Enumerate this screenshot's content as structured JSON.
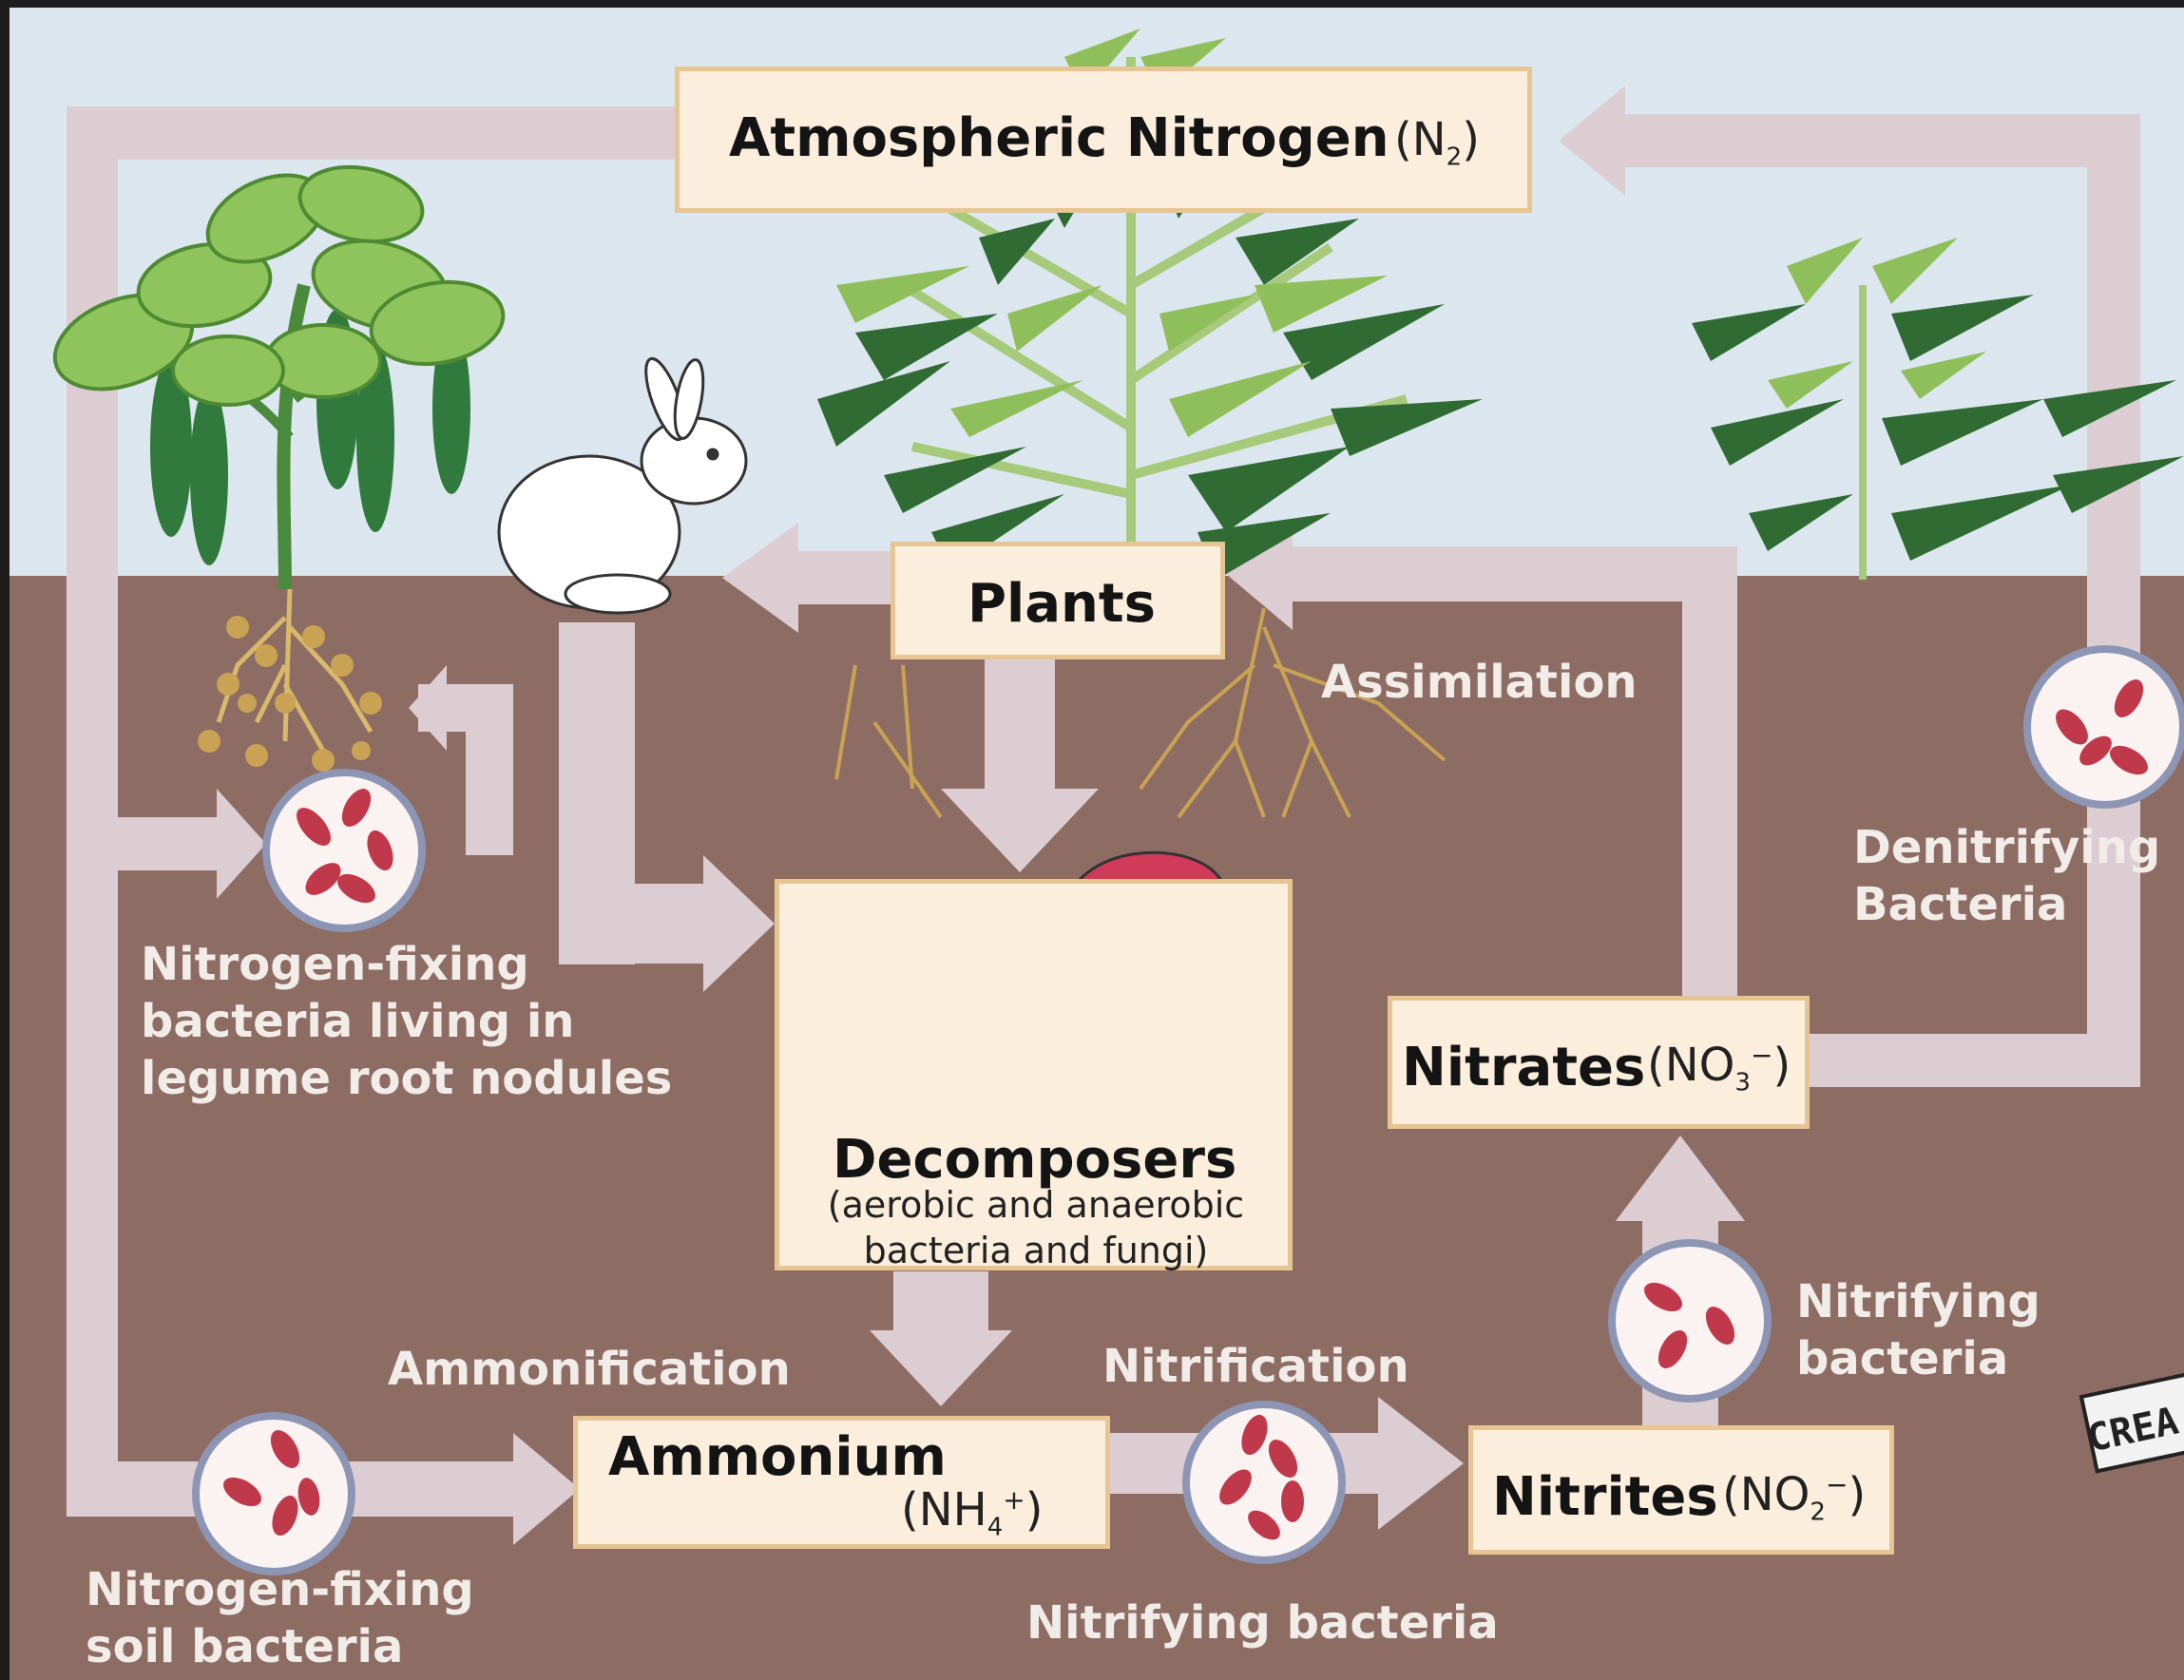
{
  "diagram": {
    "atmospheric": {
      "name": "Atmospheric Nitrogen",
      "formula": "(N",
      "sub": "2",
      "close": ")"
    },
    "plants": "Plants",
    "assimilation": "Assimilation",
    "decomposers": {
      "name": "Decomposers",
      "desc_line1": "(aerobic and anaerobic",
      "desc_line2": "bacteria and fungi)"
    },
    "ammonium": {
      "name": "Ammonium",
      "formula": "(NH",
      "sub": "4",
      "sup": "+",
      "close": ")"
    },
    "nitrites": {
      "name": "Nitrites",
      "formula": "(NO",
      "sub": "2",
      "sup": "−",
      "close": ")"
    },
    "nitrates": {
      "name": "Nitrates",
      "formula": "(NO",
      "sub": "3",
      "sup": "−",
      "close": ")"
    },
    "legume_bacteria": {
      "line1": "Nitrogen-fixing",
      "line2": "bacteria living in",
      "line3": "legume root nodules"
    },
    "soil_bacteria": {
      "line1": "Nitrogen-fixing",
      "line2": "soil bacteria"
    },
    "denitrifying": {
      "line1": "Denitrifying",
      "line2": "Bacteria"
    },
    "nitrifying_right": {
      "line1": "Nitrifying",
      "line2": "bacteria"
    },
    "ammonification": "Ammonification",
    "nitrification": "Nitrification",
    "nitrifying_bottom": "Nitrifying bacteria",
    "corner_sign": "CREA"
  },
  "colors": {
    "sky": "#dce6ee",
    "soil": "#8d6c64",
    "arrow": "#dccdd3",
    "box_fill": "#fbeedd",
    "box_border": "#e7c592",
    "bacteria": "#c0394b",
    "plant_dark": "#2f6b33",
    "plant_light": "#8fbf5a",
    "mushroom": "#d23a5a",
    "root": "#c9a253"
  }
}
